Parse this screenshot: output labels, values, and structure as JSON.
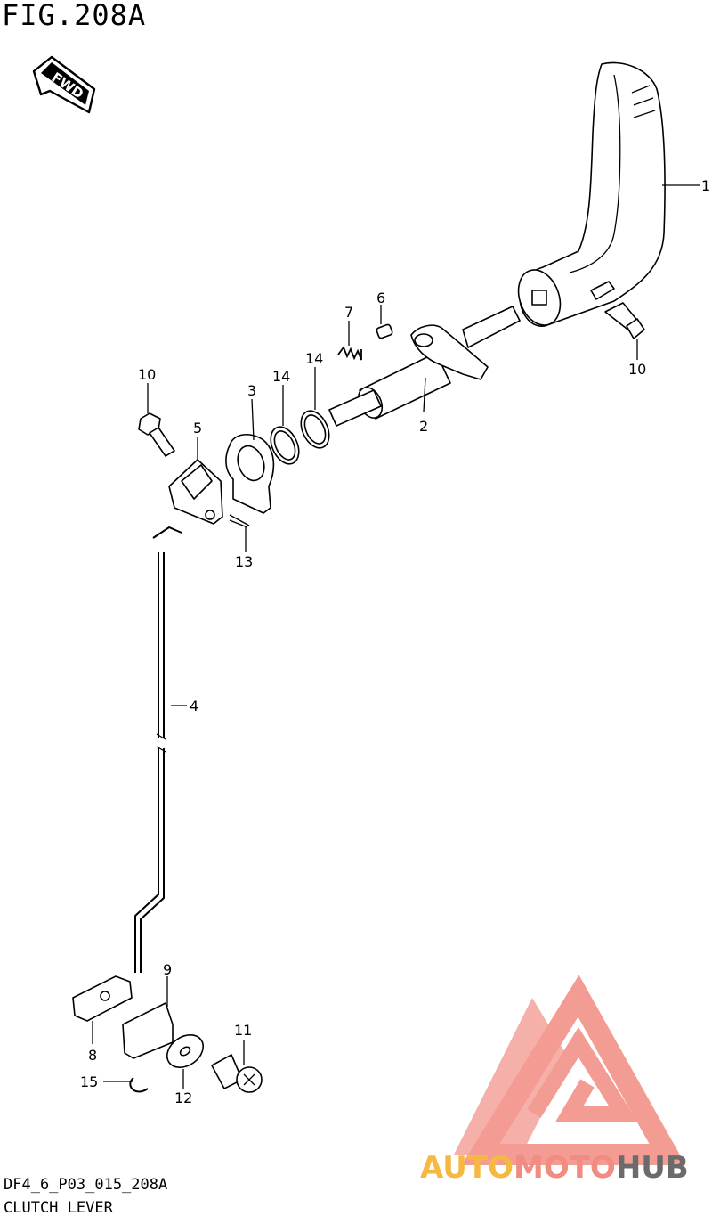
{
  "figure_title": "FIG.208A",
  "forward_badge": "FWD",
  "diagram_code": "DF4_6_P03_015_208A",
  "diagram_name": "CLUTCH LEVER",
  "callouts": [
    {
      "id": "c1",
      "text": "1"
    },
    {
      "id": "c2",
      "text": "2"
    },
    {
      "id": "c3",
      "text": "3"
    },
    {
      "id": "c4",
      "text": "4"
    },
    {
      "id": "c5",
      "text": "5"
    },
    {
      "id": "c6",
      "text": "6"
    },
    {
      "id": "c7",
      "text": "7"
    },
    {
      "id": "c8",
      "text": "8"
    },
    {
      "id": "c9",
      "text": "9"
    },
    {
      "id": "c10a",
      "text": "10"
    },
    {
      "id": "c10b",
      "text": "10"
    },
    {
      "id": "c11",
      "text": "11"
    },
    {
      "id": "c12",
      "text": "12"
    },
    {
      "id": "c13",
      "text": "13"
    },
    {
      "id": "c14a",
      "text": "14"
    },
    {
      "id": "c14b",
      "text": "14"
    },
    {
      "id": "c15",
      "text": "15"
    }
  ],
  "watermark": {
    "word_1": "AUTO",
    "word_2": "MOTO",
    "word_3": "HUB",
    "color_1": "#f5b942",
    "color_2": "#f28b82",
    "color_3": "#6b6b6b"
  }
}
